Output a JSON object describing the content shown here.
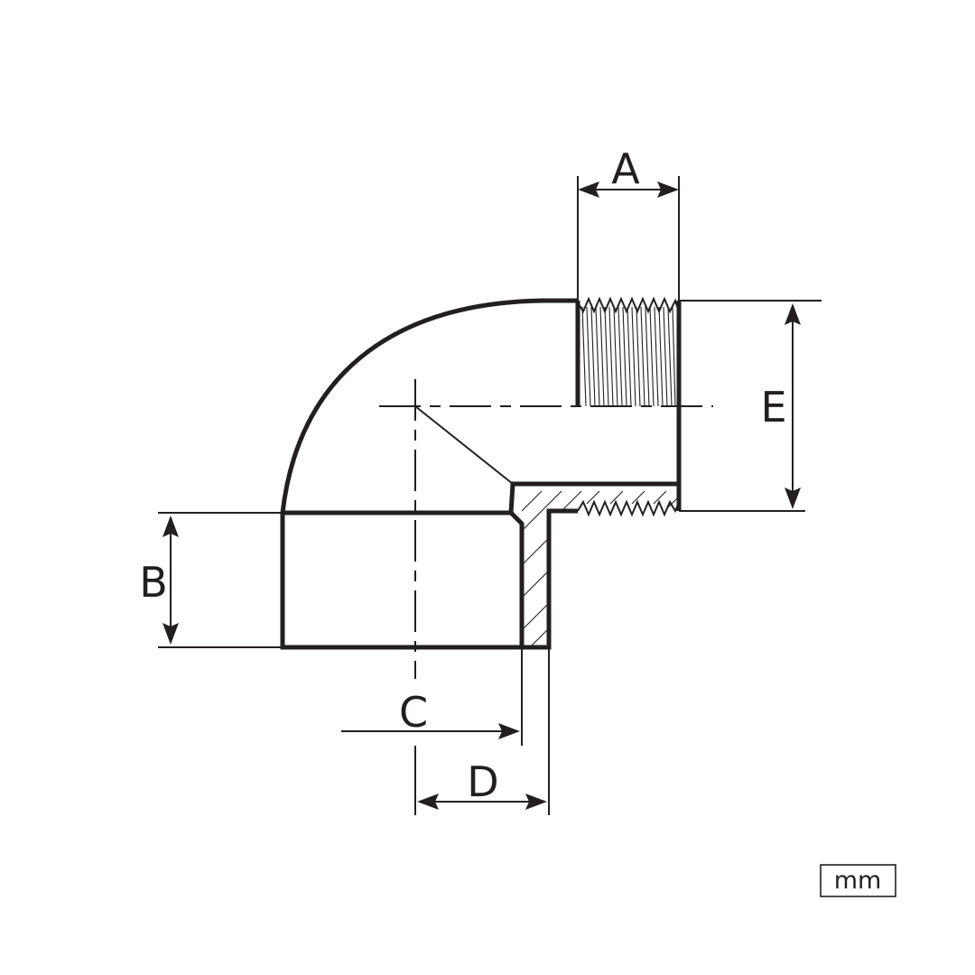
{
  "dimensions": {
    "a": "A",
    "b": "B",
    "c": "C",
    "d": "D",
    "e": "E"
  },
  "unit": "mm"
}
